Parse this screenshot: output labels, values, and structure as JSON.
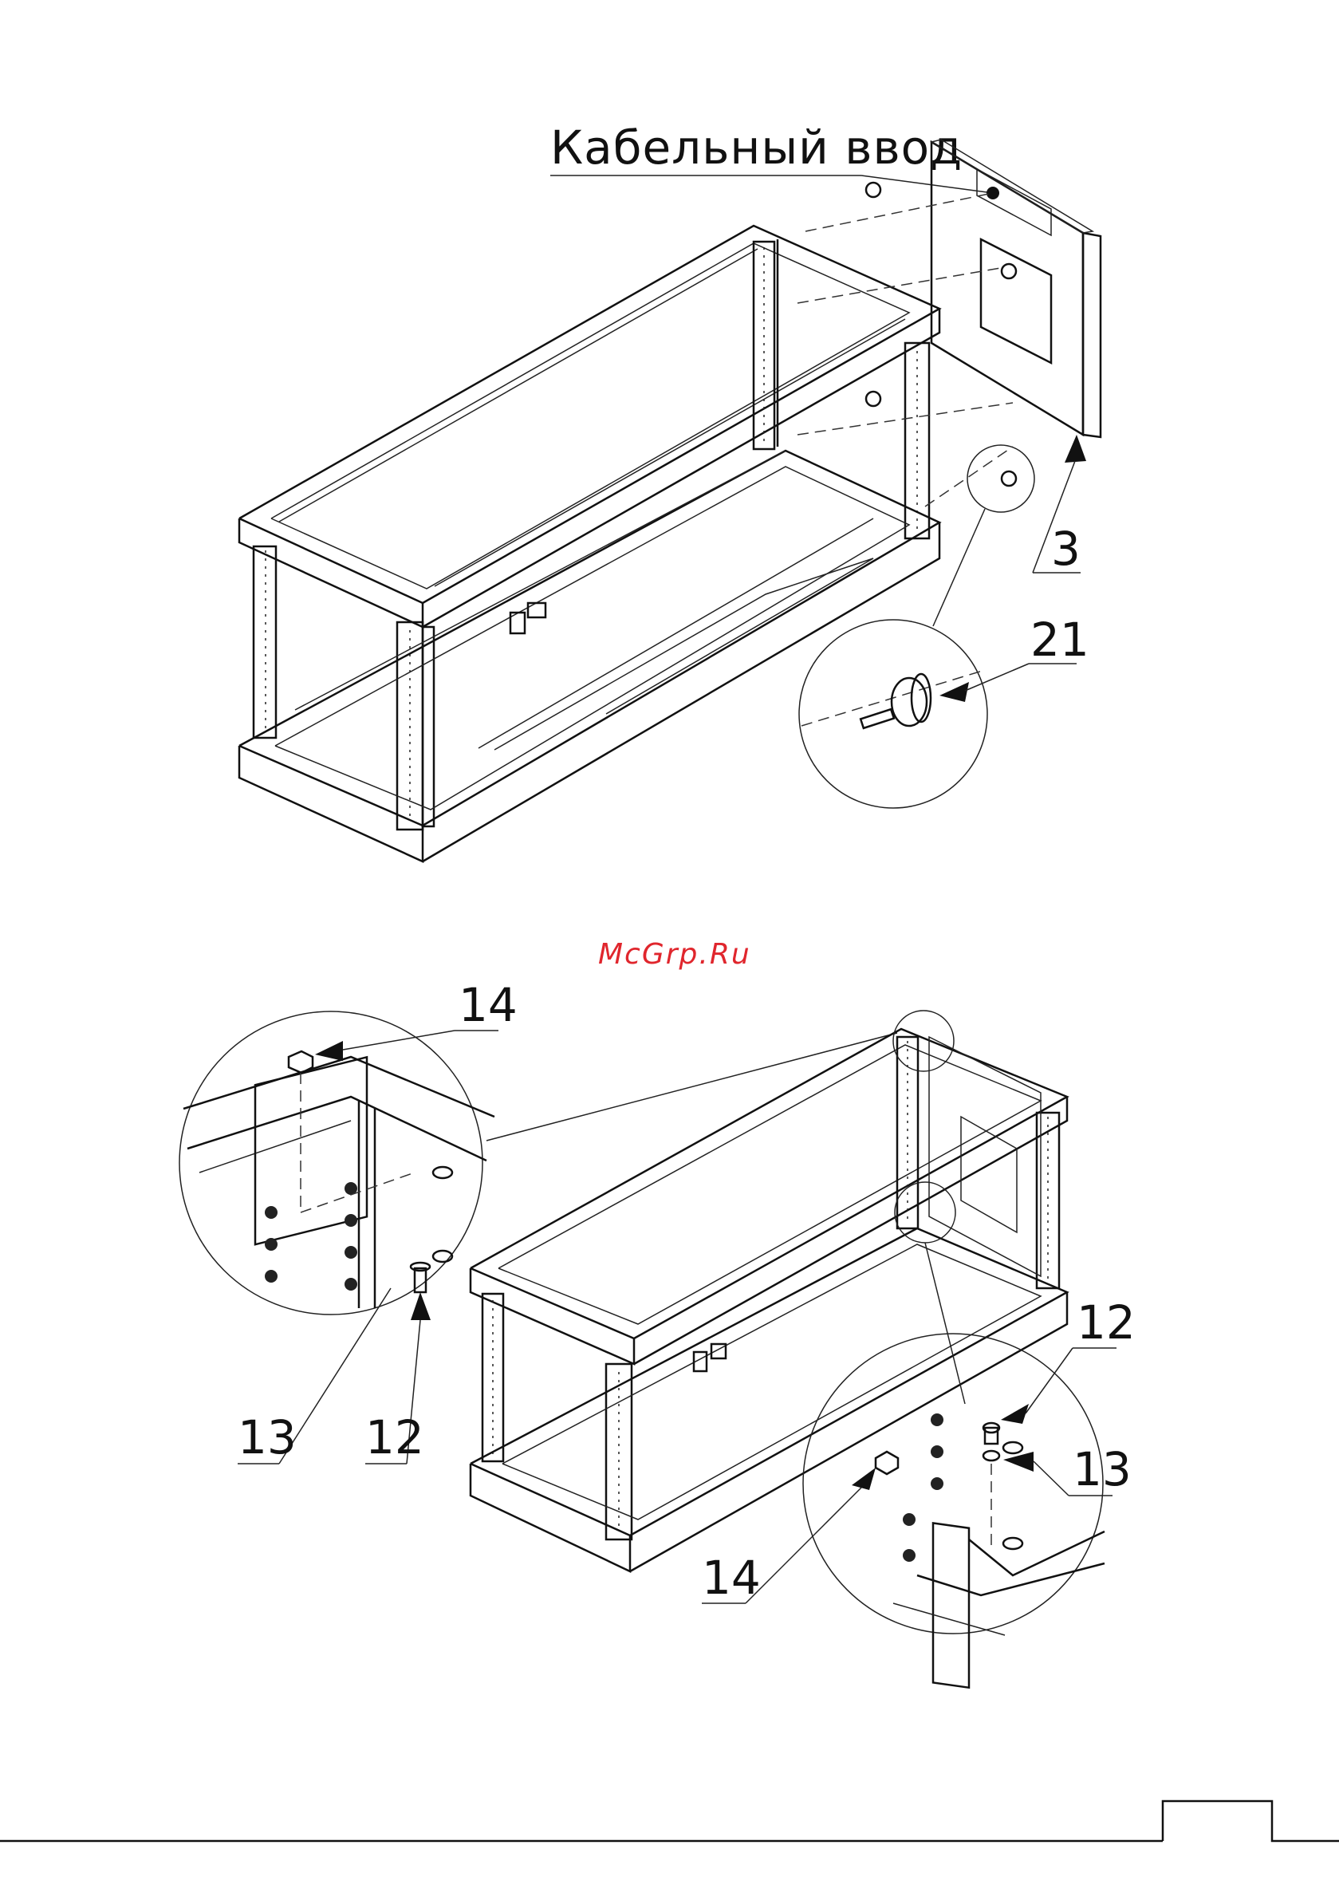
{
  "labels": {
    "cable_entry": "Кабельный ввод",
    "part_3": "3",
    "part_21": "21",
    "part_14_top": "14",
    "part_13_left": "13",
    "part_12_left": "12",
    "part_12_right": "12",
    "part_13_right": "13",
    "part_14_bottom": "14"
  },
  "watermark": {
    "text": "McGrp.Ru",
    "color": "#e0262d"
  },
  "colors": {
    "line": "#111111",
    "background": "#ffffff"
  }
}
